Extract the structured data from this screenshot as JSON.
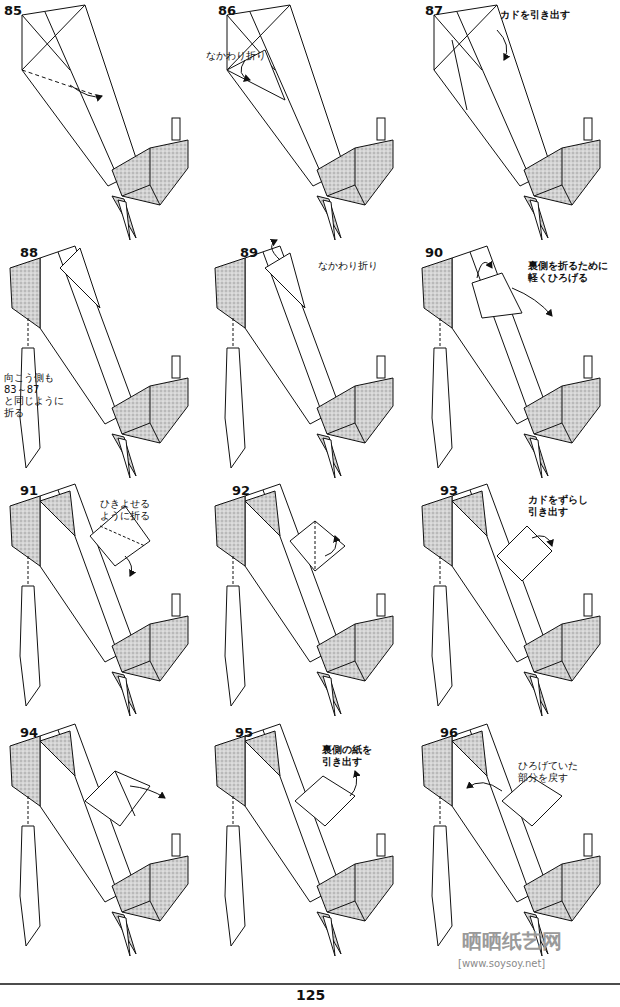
{
  "diagram": {
    "labels": [
      "85",
      "86",
      "なかわり折り",
      "87",
      "カドを引き出す",
      "88",
      "向こう側も 83～87 と同じように 折る",
      "89",
      "なかわり折り",
      "90",
      "裏側を折るために 軽くひろげる",
      "91",
      "ひきよせる ように折る",
      "92",
      "93",
      "カドをずらし 引き出す",
      "94",
      "95",
      "裏側の紙を 引き出す",
      "96",
      "ひろげていた 部分を戻す",
      "125",
      "晒晒纸艺网",
      "[www.soysoy.net]"
    ]
  }
}
